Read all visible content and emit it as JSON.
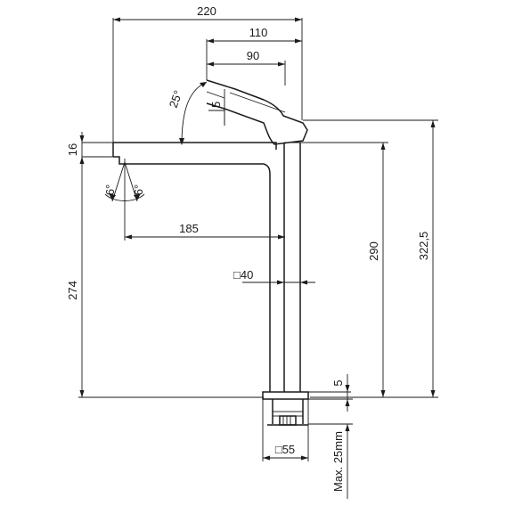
{
  "dimensions": {
    "overall_projection": "220",
    "handle_projection": "110",
    "handle_offset": "90",
    "handle_angle": "25°",
    "handle_gap": "5",
    "spout_thickness": "16",
    "swing_left": "6°",
    "swing_right": "6°",
    "spout_reach": "185",
    "outlet_height": "274",
    "body_square": "□40",
    "body_height": "290",
    "total_height": "322,5",
    "base_gap": "5",
    "base_square": "□55",
    "max_deck_thickness": "Max. 25mm"
  }
}
